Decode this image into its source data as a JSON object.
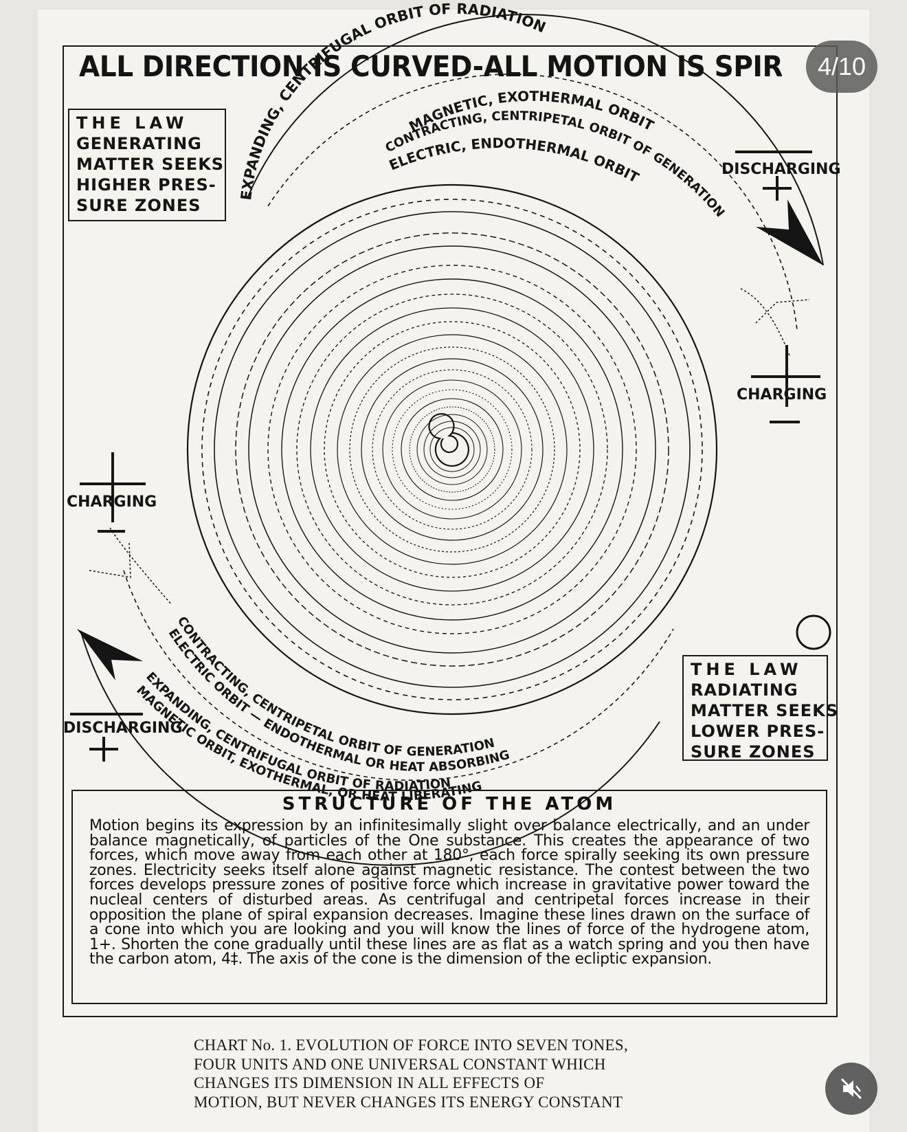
{
  "headline": "ALL DIRECTION IS CURVED-ALL MOTION IS SPIRAL",
  "page_counter": "4/10",
  "law_top": [
    "THE LAW",
    "GENERATING",
    "MATTER SEEKS",
    "HIGHER PRES-",
    "SURE ZONES"
  ],
  "law_bottom": [
    "THE LAW",
    "RADIATING",
    "MATTER SEEKS",
    "LOWER PRES-",
    "SURE ZONES"
  ],
  "arc_labels": {
    "top_outer": "EXPANDING, CENTRIFUGAL ORBIT OF RADIATION",
    "top_magnetic": "MAGNETIC, EXOTHERMAL ORBIT",
    "top_contracting": "CONTRACTING, CENTRIPETAL ORBIT OF GENERATION",
    "top_electric": "ELECTRIC, ENDOTHERMAL ORBIT",
    "bottom_contracting": "CONTRACTING, CENTRIPETAL ORBIT OF GENERATION",
    "bottom_electric": "ELECTRIC ORBIT — ENDOTHERMAL OR HEAT ABSORBING",
    "bottom_expanding": "EXPANDING, CENTRIFUGAL ORBIT OF RADIATION",
    "bottom_magnetic": "MAGNETIC ORBIT, EXOTHERMAL, OR HEAT LIBERATING"
  },
  "labels": {
    "discharging_right": "DISCHARGING",
    "charging_right": "CHARGING",
    "charging_left": "CHARGING",
    "discharging_left": "DISCHARGING",
    "copyright": "©"
  },
  "atom": {
    "title": "STRUCTURE OF THE ATOM",
    "text": "Motion begins its expression by an infinitesimally slight over balance electrically, and an under balance magnetically, of particles of the One substance. This creates the appearance of two forces, which move away from each other at 180°, each force spirally seeking its own pressure zones. Electricity seeks itself alone against magnetic resistance. The contest between the two forces develops pressure zones of positive force which increase in gravitative power toward the nucleal centers of disturbed areas. As centrifugal and centripetal forces increase in their opposition the plane of spiral expansion decreases. Imagine these lines drawn on the surface of a cone into which you are looking and you will know the lines of force of the hydrogene atom, 1+. Shorten the cone gradually until these lines are as flat as a watch spring and you then have the carbon atom, 4‡. The axis of the cone is the dimension of the ecliptic expansion."
  },
  "caption": [
    "CHART No. 1. EVOLUTION OF FORCE INTO SEVEN TONES,",
    "FOUR UNITS AND ONE UNIVERSAL CONSTANT WHICH",
    "CHANGES ITS DIMENSION IN ALL EFFECTS OF",
    "MOTION, BUT NEVER CHANGES ITS ENERGY CONSTANT"
  ],
  "colors": {
    "ink": "#151515",
    "paper": "#f4f3ee",
    "background": "#e7e6e1",
    "overlay": "#5a5a5a"
  }
}
